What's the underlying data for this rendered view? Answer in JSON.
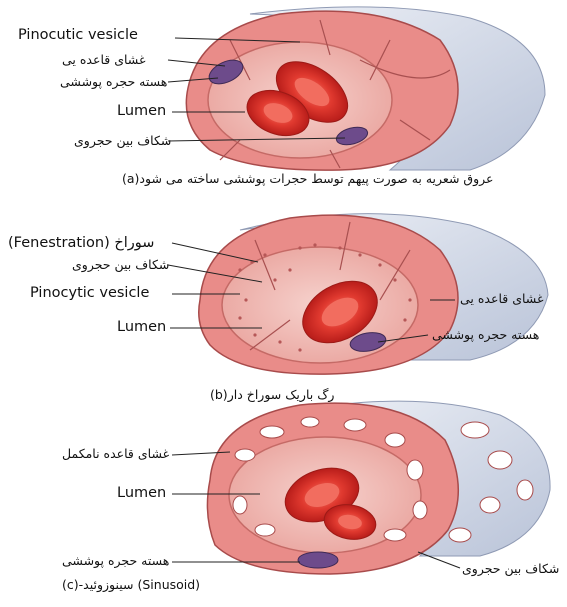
{
  "panels": [
    {
      "id": "a",
      "caption": "(a)عروق شعریه به صورت پیهم توسط حجرات پوششی ساخته می شود",
      "labels": {
        "pinocytic": "Pinocutic vesicle",
        "basal_lamina": "غشای قاعده یی",
        "nucleus": "هسته حجره پوششی",
        "lumen": "Lumen",
        "cleft": "شکاف بین حجروی"
      }
    },
    {
      "id": "b",
      "caption": "(b)رگ باریک سوراخ دار",
      "labels": {
        "fenestration": "سوراخ (Fenestration)",
        "cleft": "شکاف بین حجروی",
        "pinocytic": "Pinocytic vesicle",
        "lumen": "Lumen",
        "basal_lamina": "غشای قاعده یی",
        "nucleus": "هسته حجره پوششی"
      }
    },
    {
      "id": "c",
      "caption": "(c)-سینوزوئید (Sinusoid)",
      "labels": {
        "incomplete_basal_lamina": "غشای قاعده نامکمل",
        "lumen": "Lumen",
        "nucleus": "هسته حجره پوششی",
        "cleft": "شکاف بین حجروی"
      }
    }
  ],
  "colors": {
    "wall": "#e88a8a",
    "wall_dark": "#c75a5a",
    "lumen": "#f3c4c0",
    "rbc": "#d8312a",
    "rbc_center": "#f06a5c",
    "nucleus": "#6b4a8a",
    "membrane": "#c9d3e6"
  }
}
